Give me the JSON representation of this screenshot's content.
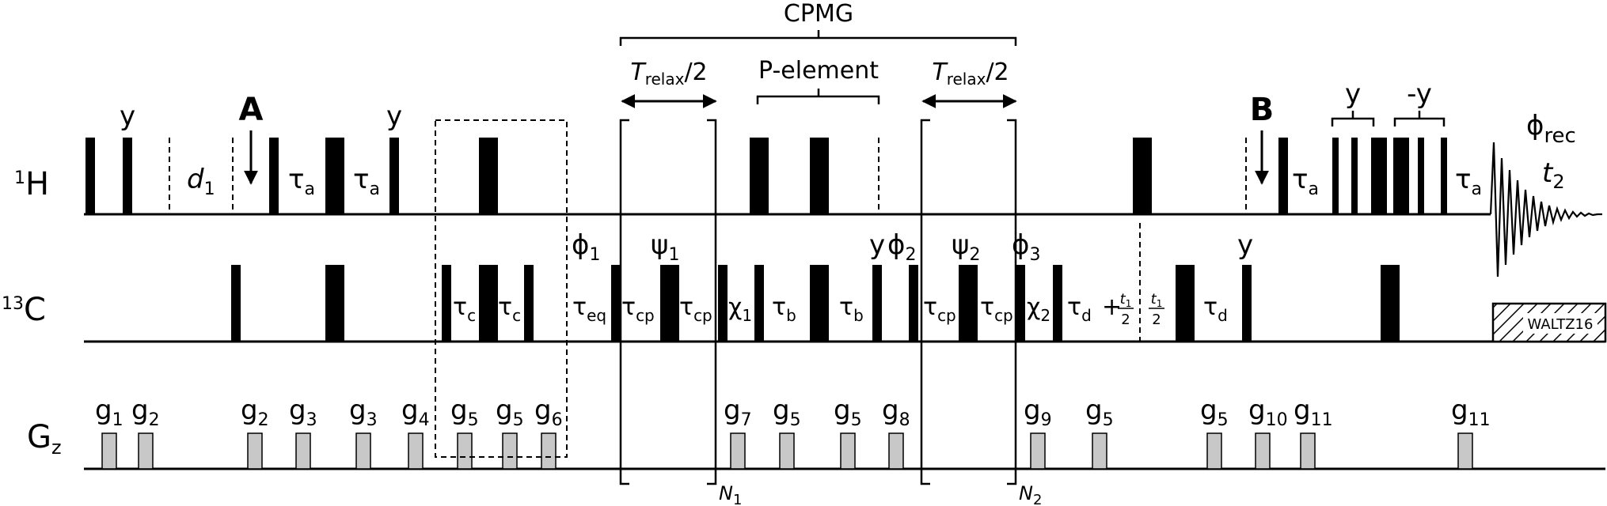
{
  "channels": {
    "proton": {
      "sup": "1",
      "name": "H"
    },
    "carbon": {
      "sup": "13",
      "name": "C"
    },
    "gradient": {
      "name": "G",
      "sub": "z"
    }
  },
  "brackets": {
    "cpmg": "CPMG",
    "p_element": "P-element",
    "trelax_1": {
      "main": "T",
      "sub": "relax",
      "tail": "/2"
    },
    "trelax_2": {
      "main": "T",
      "sub": "relax",
      "tail": "/2"
    }
  },
  "markers": {
    "a": "A",
    "b": "B"
  },
  "proton_labels": {
    "y1": "y",
    "y2": "y",
    "y3": "y",
    "minus_y": "-y",
    "d1": {
      "main": "d",
      "sub": "1"
    },
    "tau_a": {
      "main": "τ",
      "sub": "a"
    },
    "phi_rec": {
      "main": "ϕ",
      "sub": "rec"
    },
    "t2": {
      "main": "t",
      "sub": "2"
    }
  },
  "carbon_labels": {
    "phi1": {
      "main": "ϕ",
      "sub": "1"
    },
    "psi1": {
      "main": "ψ",
      "sub": "1"
    },
    "phi2": {
      "main": "ϕ",
      "sub": "2"
    },
    "psi2": {
      "main": "ψ",
      "sub": "2"
    },
    "phi3": {
      "main": "ϕ",
      "sub": "3"
    },
    "y_a": "y",
    "y_b": "y",
    "tau_c": {
      "main": "τ",
      "sub": "c"
    },
    "tau_eq": {
      "main": "τ",
      "sub": "eq"
    },
    "tau_cp": {
      "main": "τ",
      "sub": "cp"
    },
    "chi1": {
      "main": "χ",
      "sub": "1"
    },
    "chi2": {
      "main": "χ",
      "sub": "2"
    },
    "tau_b": {
      "main": "τ",
      "sub": "b"
    },
    "tau_d": {
      "main": "τ",
      "sub": "d"
    },
    "plus": "+",
    "t1_num": "t",
    "t1_sub": "1",
    "t1_den": "2",
    "waltz": "WALTZ16"
  },
  "loops": {
    "n1": {
      "main": "N",
      "sub": "1"
    },
    "n2": {
      "main": "N",
      "sub": "2"
    }
  },
  "gradients": [
    {
      "n": "1"
    },
    {
      "n": "2"
    },
    {
      "n": "2"
    },
    {
      "n": "3"
    },
    {
      "n": "3"
    },
    {
      "n": "4"
    },
    {
      "n": "5"
    },
    {
      "n": "5"
    },
    {
      "n": "6"
    },
    {
      "n": "7"
    },
    {
      "n": "5"
    },
    {
      "n": "5"
    },
    {
      "n": "8"
    },
    {
      "n": "9"
    },
    {
      "n": "5"
    },
    {
      "n": "5"
    },
    {
      "n": "10"
    },
    {
      "n": "11"
    },
    {
      "n": "11"
    }
  ],
  "gradient_prefix": "g",
  "colors": {
    "pulse": "#000000",
    "gradient": "#c8c8c8",
    "line": "#000000"
  }
}
